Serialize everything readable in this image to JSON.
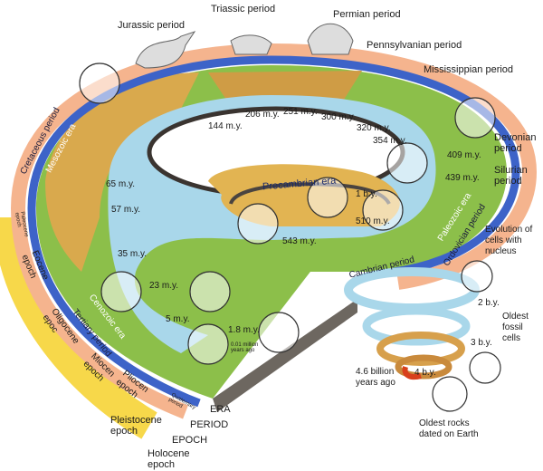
{
  "periods": {
    "jurassic": "Jurassic period",
    "triassic": "Triassic period",
    "permian": "Permian period",
    "pennsylvanian": "Pennsylvanian period",
    "mississippian": "Mississippian period",
    "devonian": "Devonian period",
    "silurian": "Silurian period",
    "ordovician": "Ordovician period",
    "cambrian": "Cambrian period",
    "cretaceous": "Cretaceous period",
    "tertiary": "Tertiary period",
    "quaternary": "Quaternary period"
  },
  "eras": {
    "mesozoic": "Mesozoic era",
    "paleozoic": "Paleozoic era",
    "cenozoic": "Cenozoic era",
    "precambrian": "Precambrian era"
  },
  "epochs": {
    "paleocene": "Paleocene epoch",
    "eocene": "Eocene epoch",
    "oligocene": "Oligocene epoc",
    "miocene": "Miocen epoch",
    "pliocene": "Pliocen epoch",
    "pleistocene": "Pleistocene epoch",
    "holocene": "Holocene epoch"
  },
  "legend": {
    "era": "ERA",
    "period": "PERIOD",
    "epoch": "EPOCH"
  },
  "times": {
    "t65": "65 m.y.",
    "t57": "57 m.y.",
    "t35": "35 m.y.",
    "t23": "23 m.y.",
    "t5": "5 m.y.",
    "t1_8": "1.8 m.y.",
    "t0_01": "0.01 million years ago",
    "t144": "144 m.y.",
    "t206": "206 m.y.",
    "t251": "251 m.y.",
    "t300": "300 m.y.",
    "t320": "320 m.y.",
    "t354": "354 m.y.",
    "t409": "409 m.y.",
    "t439": "439 m.y.",
    "t1by": "1 b.y.",
    "t510": "510 m.y.",
    "t543": "543 m.y.",
    "t2by": "2 b.y.",
    "t3by": "3 b.y.",
    "t4by": "4 b.y.",
    "t4_6": "4.6 billion years ago"
  },
  "events": {
    "nucleus": "Evolution of cells with nucleus",
    "fossil": "Oldest fossil cells",
    "rocks": "Oldest rocks dated on Earth"
  },
  "colors": {
    "period_band": "#f5b48e",
    "era_band": "#3d63c8",
    "epoch_band": "#f7d84a",
    "water": "#a9d7ea",
    "land": "#8cbf4a",
    "desert": "#d9a94d"
  }
}
